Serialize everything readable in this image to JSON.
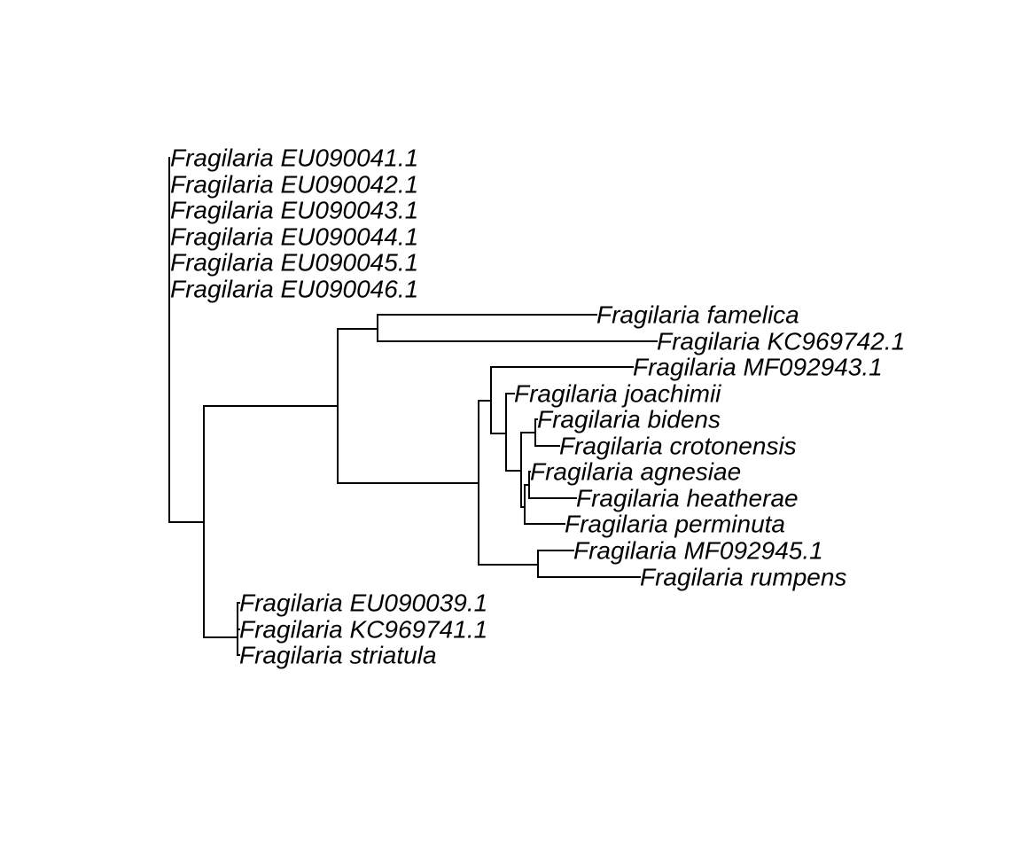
{
  "tree": {
    "type": "phylogram",
    "tips": [
      {
        "id": "EU090041",
        "label": "Fragilaria EU090041.1"
      },
      {
        "id": "EU090042",
        "label": "Fragilaria EU090042.1"
      },
      {
        "id": "EU090043",
        "label": "Fragilaria EU090043.1"
      },
      {
        "id": "EU090044",
        "label": "Fragilaria EU090044.1"
      },
      {
        "id": "EU090045",
        "label": "Fragilaria EU090045.1"
      },
      {
        "id": "EU090046",
        "label": "Fragilaria EU090046.1"
      },
      {
        "id": "famelica",
        "label": "Fragilaria famelica"
      },
      {
        "id": "KC969742",
        "label": "Fragilaria KC969742.1"
      },
      {
        "id": "MF092943",
        "label": "Fragilaria MF092943.1"
      },
      {
        "id": "joachimii",
        "label": "Fragilaria joachimii"
      },
      {
        "id": "bidens",
        "label": "Fragilaria bidens"
      },
      {
        "id": "crotonensis",
        "label": "Fragilaria crotonensis"
      },
      {
        "id": "agnesiae",
        "label": "Fragilaria agnesiae"
      },
      {
        "id": "heatherae",
        "label": "Fragilaria heatherae"
      },
      {
        "id": "perminuta",
        "label": "Fragilaria perminuta"
      },
      {
        "id": "MF092945",
        "label": "Fragilaria MF092945.1"
      },
      {
        "id": "rumpens",
        "label": "Fragilaria rumpens"
      },
      {
        "id": "EU090039",
        "label": "Fragilaria EU090039.1"
      },
      {
        "id": "KC969741",
        "label": "Fragilaria KC969741.1"
      },
      {
        "id": "striatula",
        "label": "Fragilaria striatula"
      }
    ]
  }
}
